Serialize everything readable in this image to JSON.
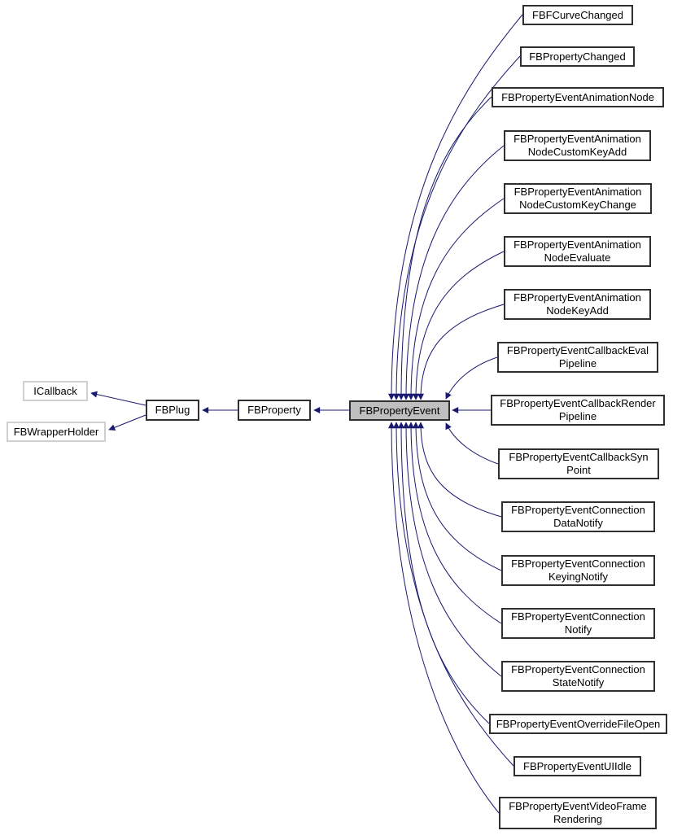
{
  "diagram": {
    "type": "class-inheritance-graph",
    "colors": {
      "edge": "#191970",
      "center_fill": "#bfbfbf",
      "box_border": "#2f2f2f",
      "external_box_border": "#cfcfcf",
      "background": "#ffffff"
    },
    "center": {
      "label": "FBPropertyEvent"
    },
    "ancestors": [
      {
        "label": "ICallback",
        "style": "external"
      },
      {
        "label": "FBWrapperHolder",
        "style": "external"
      },
      {
        "label": "FBPlug",
        "style": "normal"
      },
      {
        "label": "FBProperty",
        "style": "normal"
      }
    ],
    "derived": [
      {
        "lines": [
          "FBFCurveChanged"
        ]
      },
      {
        "lines": [
          "FBPropertyChanged"
        ]
      },
      {
        "lines": [
          "FBPropertyEventAnimationNode"
        ]
      },
      {
        "lines": [
          "FBPropertyEventAnimation",
          "NodeCustomKeyAdd"
        ]
      },
      {
        "lines": [
          "FBPropertyEventAnimation",
          "NodeCustomKeyChange"
        ]
      },
      {
        "lines": [
          "FBPropertyEventAnimation",
          "NodeEvaluate"
        ]
      },
      {
        "lines": [
          "FBPropertyEventAnimation",
          "NodeKeyAdd"
        ]
      },
      {
        "lines": [
          "FBPropertyEventCallbackEval",
          "Pipeline"
        ]
      },
      {
        "lines": [
          "FBPropertyEventCallbackRender",
          "Pipeline"
        ]
      },
      {
        "lines": [
          "FBPropertyEventCallbackSyn",
          "Point"
        ]
      },
      {
        "lines": [
          "FBPropertyEventConnection",
          "DataNotify"
        ]
      },
      {
        "lines": [
          "FBPropertyEventConnection",
          "KeyingNotify"
        ]
      },
      {
        "lines": [
          "FBPropertyEventConnection",
          "Notify"
        ]
      },
      {
        "lines": [
          "FBPropertyEventConnection",
          "StateNotify"
        ]
      },
      {
        "lines": [
          "FBPropertyEventOverrideFileOpen"
        ]
      },
      {
        "lines": [
          "FBPropertyEventUIIdle"
        ]
      },
      {
        "lines": [
          "FBPropertyEventVideoFrame",
          "Rendering"
        ]
      }
    ],
    "edges": [
      {
        "from": "FBPlug",
        "to": "ICallback"
      },
      {
        "from": "FBPlug",
        "to": "FBWrapperHolder"
      },
      {
        "from": "FBProperty",
        "to": "FBPlug"
      },
      {
        "from": "FBPropertyEvent",
        "to": "FBProperty"
      },
      {
        "from": "FBFCurveChanged",
        "to": "FBPropertyEvent"
      },
      {
        "from": "FBPropertyChanged",
        "to": "FBPropertyEvent"
      },
      {
        "from": "FBPropertyEventAnimationNode",
        "to": "FBPropertyEvent"
      },
      {
        "from": "FBPropertyEventAnimationNodeCustomKeyAdd",
        "to": "FBPropertyEvent"
      },
      {
        "from": "FBPropertyEventAnimationNodeCustomKeyChange",
        "to": "FBPropertyEvent"
      },
      {
        "from": "FBPropertyEventAnimationNodeEvaluate",
        "to": "FBPropertyEvent"
      },
      {
        "from": "FBPropertyEventAnimationNodeKeyAdd",
        "to": "FBPropertyEvent"
      },
      {
        "from": "FBPropertyEventCallbackEvalPipeline",
        "to": "FBPropertyEvent"
      },
      {
        "from": "FBPropertyEventCallbackRenderPipeline",
        "to": "FBPropertyEvent"
      },
      {
        "from": "FBPropertyEventCallbackSynPoint",
        "to": "FBPropertyEvent"
      },
      {
        "from": "FBPropertyEventConnectionDataNotify",
        "to": "FBPropertyEvent"
      },
      {
        "from": "FBPropertyEventConnectionKeyingNotify",
        "to": "FBPropertyEvent"
      },
      {
        "from": "FBPropertyEventConnectionNotify",
        "to": "FBPropertyEvent"
      },
      {
        "from": "FBPropertyEventConnectionStateNotify",
        "to": "FBPropertyEvent"
      },
      {
        "from": "FBPropertyEventOverrideFileOpen",
        "to": "FBPropertyEvent"
      },
      {
        "from": "FBPropertyEventUIIdle",
        "to": "FBPropertyEvent"
      },
      {
        "from": "FBPropertyEventVideoFrameRendering",
        "to": "FBPropertyEvent"
      }
    ]
  }
}
